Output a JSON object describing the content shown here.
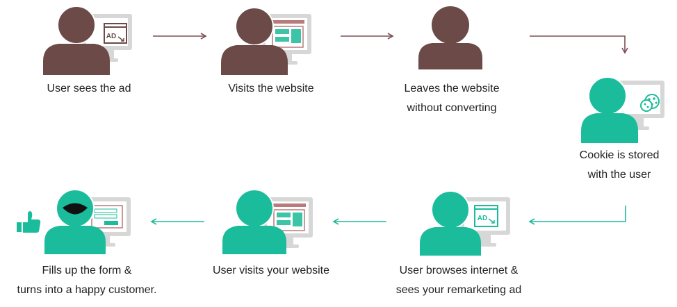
{
  "colors": {
    "brown": "#6b4a48",
    "teal": "#1bbc9b",
    "monitor_gray": "#d7d7d7",
    "screen_red": "#b87a7a",
    "screen_teal": "#3cc4a6",
    "arrow_brown": "#7a4e52",
    "arrow_teal": "#1bbc9b",
    "black": "#111111"
  },
  "steps": [
    {
      "lines": [
        "User sees the ad"
      ],
      "icon": "person-with-ad-monitor-icon",
      "screen_text": "AD"
    },
    {
      "lines": [
        "Visits the website"
      ],
      "icon": "person-with-website-monitor-icon"
    },
    {
      "lines": [
        "Leaves the website",
        "without converting"
      ],
      "icon": "person-icon"
    },
    {
      "lines": [
        "Cookie is stored",
        "with the user"
      ],
      "icon": "person-with-cookie-monitor-icon"
    },
    {
      "lines": [
        "User browses internet &",
        "sees your remarketing ad"
      ],
      "icon": "person-with-ad-monitor-icon",
      "screen_text": "AD"
    },
    {
      "lines": [
        "User visits your website"
      ],
      "icon": "person-with-website-monitor-icon"
    },
    {
      "lines": [
        "Fills up the form &",
        "turns into a happy customer."
      ],
      "icon": "happy-person-with-form-monitor-icon",
      "extra_icon": "thumbs-up-icon"
    }
  ]
}
